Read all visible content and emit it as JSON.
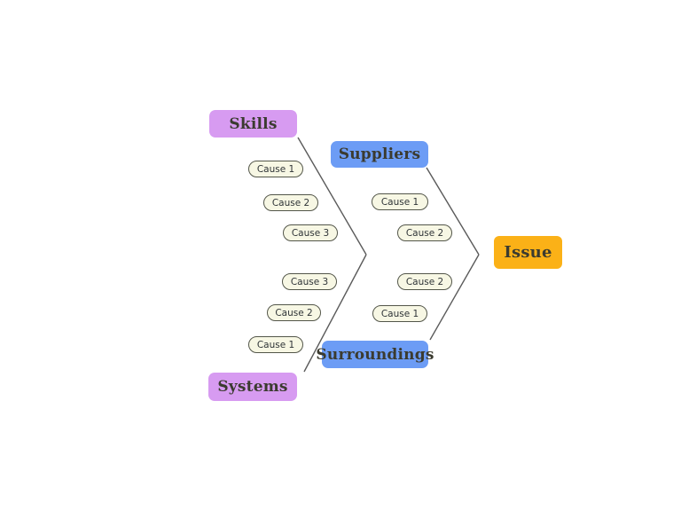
{
  "diagram": {
    "type": "fishbone",
    "issue": {
      "label": "Issue",
      "color": "#FBB117"
    },
    "colors": {
      "category_purple": "#D79BF1",
      "category_blue": "#6C9CF5",
      "issue_orange": "#FBB117",
      "cause_fill": "#F7F7E4",
      "cause_border": "#53564A",
      "branch_line": "#5A5A5A",
      "spine_light": "#CFCFCF",
      "spine_dark": "#5F5F5F",
      "label_text": "#3B3B30"
    },
    "branches": [
      {
        "id": "skills",
        "label": "Skills",
        "color": "#D79BF1",
        "side": "top",
        "causes": [
          {
            "label": "Cause 1"
          },
          {
            "label": "Cause 2"
          },
          {
            "label": "Cause 3"
          }
        ]
      },
      {
        "id": "suppliers",
        "label": "Suppliers",
        "color": "#6C9CF5",
        "side": "top",
        "causes": [
          {
            "label": "Cause 1"
          },
          {
            "label": "Cause 2"
          }
        ]
      },
      {
        "id": "systems",
        "label": "Systems",
        "color": "#D79BF1",
        "side": "bottom",
        "causes": [
          {
            "label": "Cause 3"
          },
          {
            "label": "Cause 2"
          },
          {
            "label": "Cause 1"
          }
        ]
      },
      {
        "id": "surroundings",
        "label": "Surroundings",
        "color": "#6C9CF5",
        "side": "bottom",
        "causes": [
          {
            "label": "Cause 2"
          },
          {
            "label": "Cause 1"
          }
        ]
      }
    ]
  }
}
